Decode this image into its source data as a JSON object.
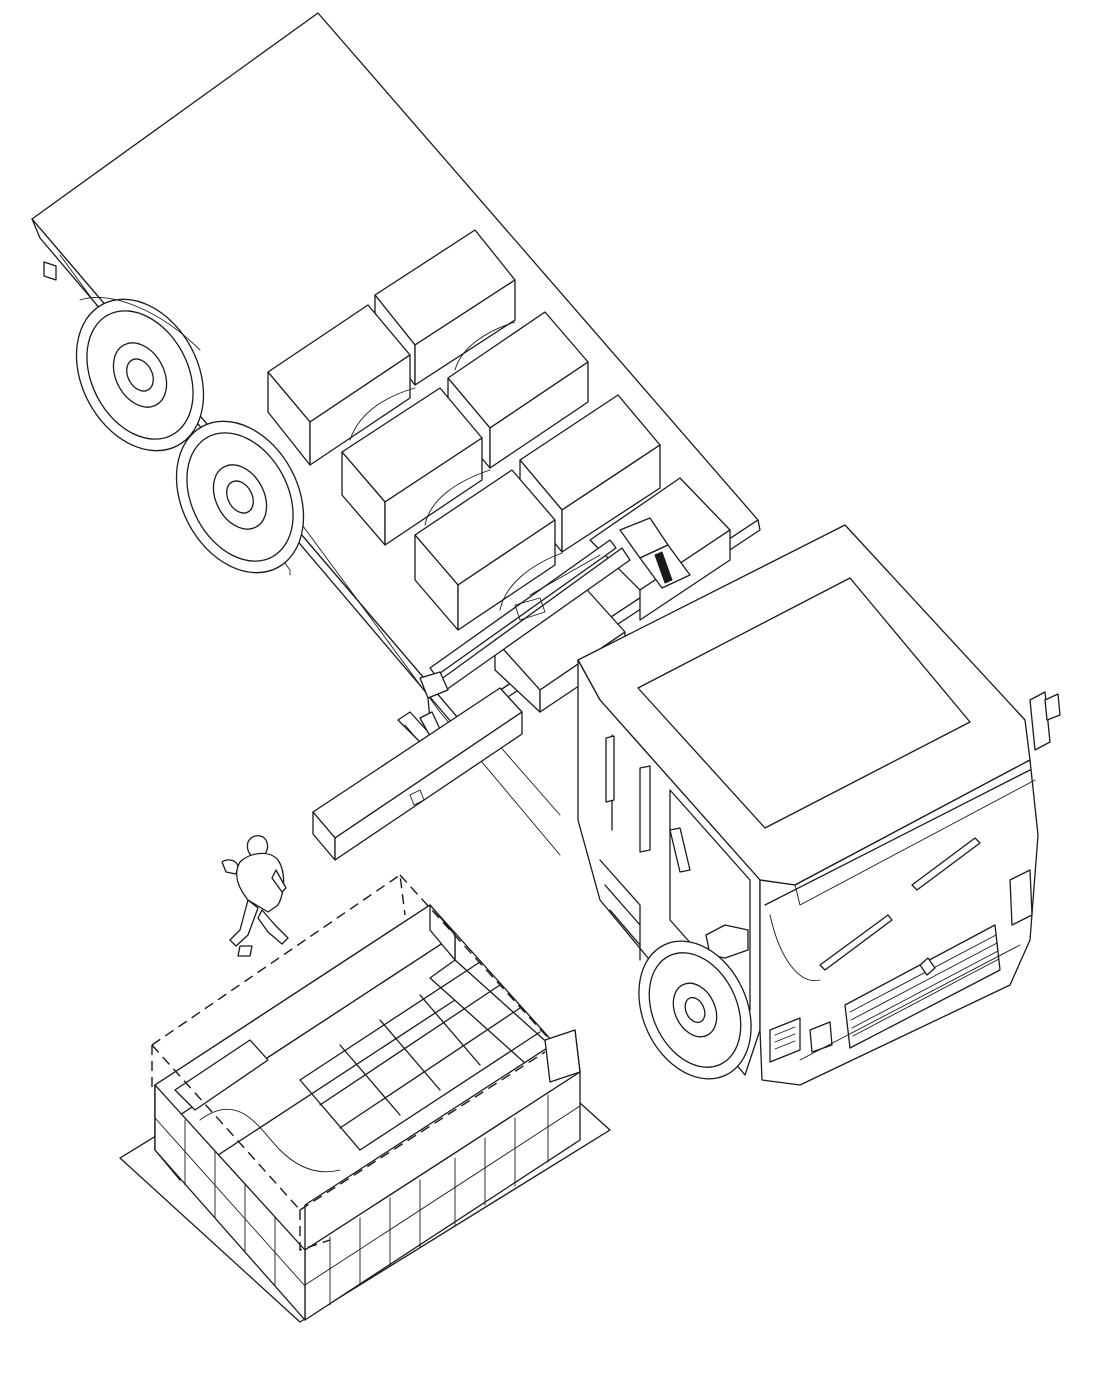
{
  "drawing": {
    "style": "isometric line drawing",
    "line_color": "#1a1a1a",
    "background": "#ffffff",
    "subjects": [
      "truck-with-loader-crane",
      "flatbed-cargo-blocks",
      "suspended-beam",
      "worker",
      "block-wall-enclosure",
      "ground-slab"
    ]
  }
}
